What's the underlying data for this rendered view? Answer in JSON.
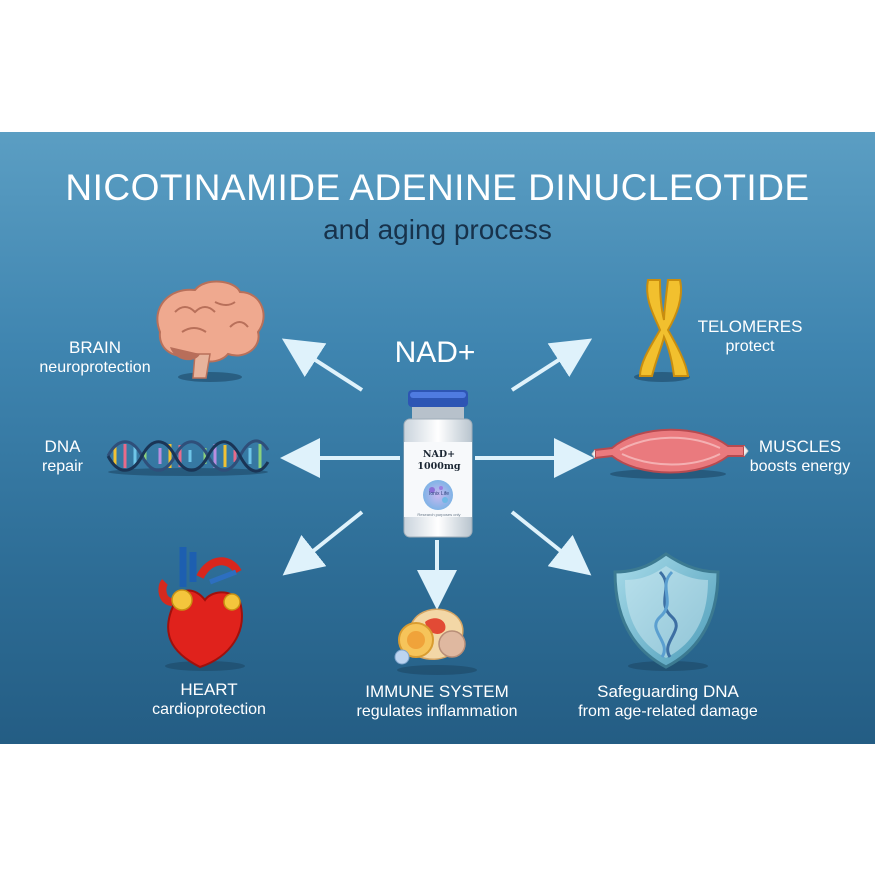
{
  "title": "NICOTINAMIDE ADENINE DINUCLEOTIDE",
  "subtitle": "and aging process",
  "center": {
    "label": "NAD+",
    "vial_line1": "NAD+",
    "vial_line2": "1000mg",
    "vial_logo_text": "Ionix Life",
    "vial_footnote": "Research purposes only"
  },
  "items": {
    "brain": {
      "head": "BRAIN",
      "sub": "neuroprotection"
    },
    "dna": {
      "head": "DNA",
      "sub": "repair"
    },
    "heart": {
      "head": "HEART",
      "sub": "cardioprotection"
    },
    "immune": {
      "head": "IMMUNE SYSTEM",
      "sub": "regulates inflammation"
    },
    "safeguard": {
      "head": "Safeguarding DNA",
      "sub": "from age-related damage"
    },
    "muscles": {
      "head": "MUSCLES",
      "sub": "boosts energy"
    },
    "telomeres": {
      "head": "TELOMERES",
      "sub": "protect"
    }
  },
  "colors": {
    "panel_top": "#5b9ec3",
    "panel_bottom": "#245d84",
    "arrow": "#dff2fb",
    "subtitle": "#17324b"
  }
}
